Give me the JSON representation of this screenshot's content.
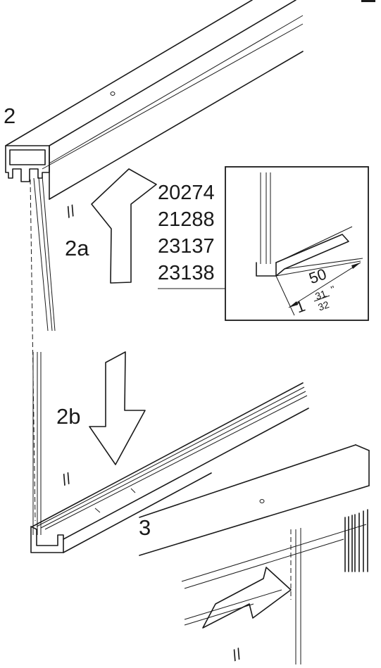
{
  "steps": {
    "step2": "2",
    "step2a": "2a",
    "step2b": "2b",
    "step3": "3"
  },
  "part_numbers": [
    "20274",
    "21288",
    "23137",
    "23138"
  ],
  "dimensions": {
    "metric": "50",
    "imperial_whole": "1",
    "imperial_num": "31",
    "imperial_den": "32",
    "inch_mark": "''"
  },
  "glass_marks": "//"
}
